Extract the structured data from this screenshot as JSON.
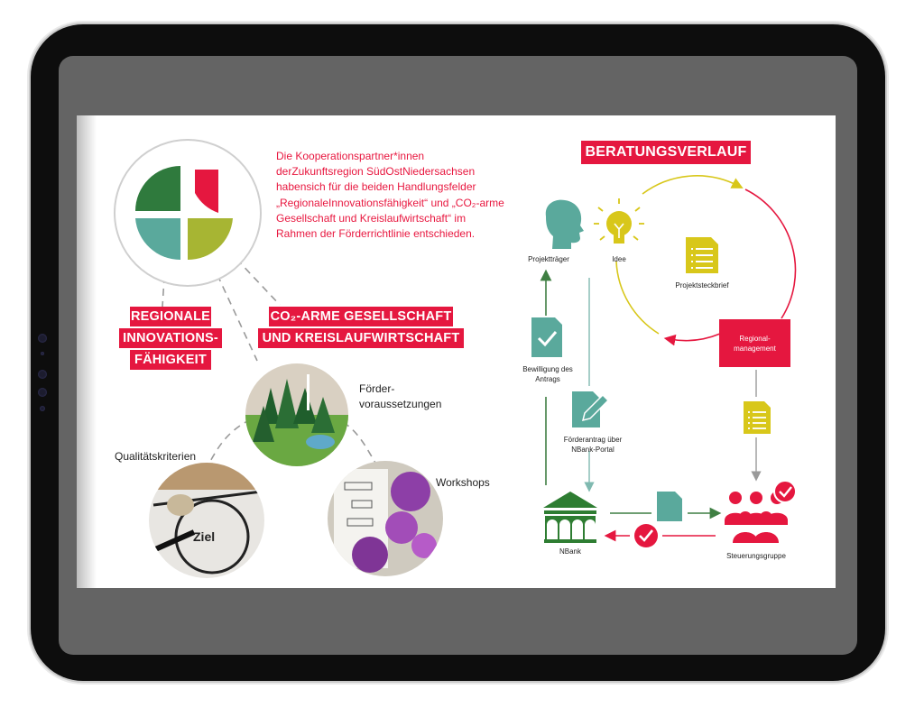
{
  "intro_lines": [
    "Die Kooperationspartner*innen",
    "derZukunftsregion SüdOstNiedersachsen",
    "habensich für die beiden Handlungsfelder",
    "„RegionaleInnovationsfähigkeit“ und „CO₂-arme",
    "Gesellschaft und Kreislaufwirtschaft“ im",
    "Rahmen der Förderrichtlinie entschieden."
  ],
  "labels": {
    "regional": [
      "REGIONALE",
      "INNOVATIONS-",
      "FÄHIGKEIT"
    ],
    "co2": [
      "CO₂-ARME GESELLSCHAFT",
      "UND KREISLAUFWIRTSCHAFT"
    ],
    "beratung": "BERATUNGSVERLAUF"
  },
  "photos": {
    "foerder": [
      "Förder-",
      "voraussetzungen"
    ],
    "qualitaet": "Qualitätskriterien",
    "workshops": "Workshops",
    "board_word": "Ziel"
  },
  "diagram": {
    "projekttraeger": "Projektträger",
    "idee": "Idee",
    "projektsteckbrief": "Projektsteckbrief",
    "regionalmanagement": [
      "Regional-",
      "management"
    ],
    "bewilligung": [
      "Bewilligung des",
      "Antrags"
    ],
    "foerderantrag": [
      "Förderantrag über",
      "NBank-Portal"
    ],
    "nbank": "NBank",
    "steuerungsgruppe": "Steuerungsgruppe"
  },
  "colors": {
    "red": "#e5173f",
    "dark_green": "#2e7d32",
    "teal": "#5aa99c",
    "olive": "#a7b533",
    "yellow": "#d8c71a",
    "mid_green": "#3f7f43"
  }
}
